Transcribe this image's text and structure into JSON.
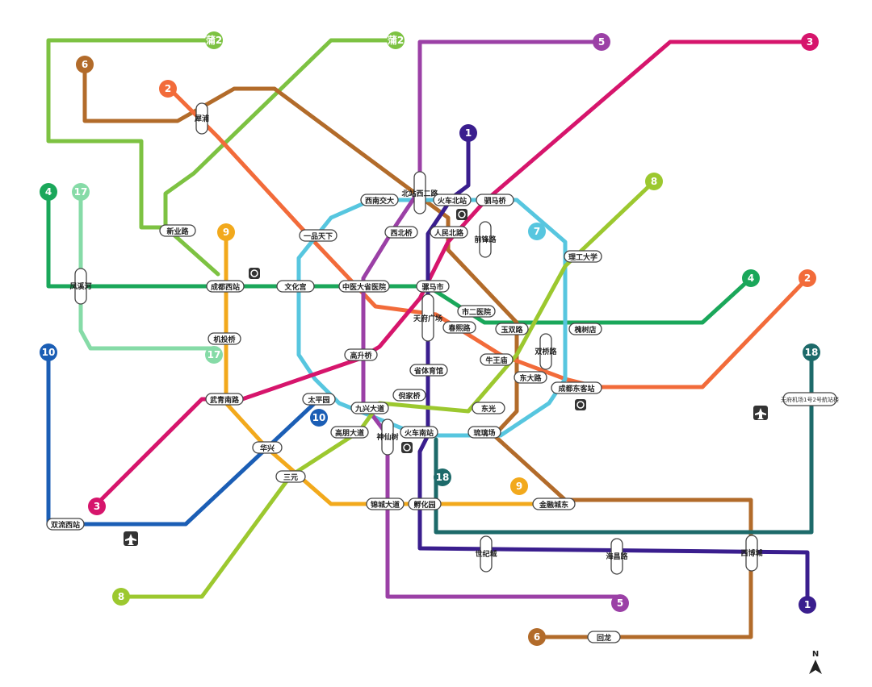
{
  "colors": {
    "line1": "#3a1e8e",
    "line2": "#f26b3a",
    "line3": "#d6156c",
    "line4": "#1aa75a",
    "line5": "#9b40a6",
    "line6": "#b26b2a",
    "line7": "#57c6df",
    "line8": "#9cc82f",
    "line9": "#f2a91c",
    "line10": "#1b5eb5",
    "line17": "#86dba7",
    "line18": "#1d6a6a",
    "linePu2": "#7dc242"
  },
  "line_badges": {
    "l1_top": "1",
    "l1_bottom": "1",
    "l2_top": "2",
    "l2_right": "2",
    "l3_top": "3",
    "l3_bottom": "3",
    "l4_left": "4",
    "l4_right": "4",
    "l5_top": "5",
    "l5_bottom": "5",
    "l6_top": "6",
    "l6_bottom": "6",
    "l7": "7",
    "l8_top": "8",
    "l8_bottom": "8",
    "l9_top": "9",
    "l9_bottom": "9",
    "l10_top": "10",
    "l10_mid": "10",
    "l17_top": "17",
    "l17_bottom": "17",
    "l18_top": "18",
    "l18_mid": "18",
    "pu2_left": "蒲2",
    "pu2_right": "蒲2"
  },
  "stations": {
    "xipu": "犀浦",
    "xinyelu": "新业路",
    "xinanjiaoda": "西南交大",
    "beizhan_xier": "北站西二路",
    "huochebeizhan": "火车北站",
    "simaqiao": "驷马桥",
    "xibeiqiao": "西北桥",
    "renminbeilu": "人民北路",
    "qianfenglu": "前锋路",
    "yipintianxia": "一品天下",
    "ligongdaxue": "理工大学",
    "fengxihe": "凤溪河",
    "chengduxizhan": "成都西站",
    "wenhuagong": "文化宫",
    "zhongyidayiyuan": "中医大省医院",
    "luomashi": "骡马市",
    "tianfuguangchang": "天府广场",
    "shierzhongyiyuan": "市二医院",
    "yushuangl": "玉双路",
    "chunxilu": "春熙路",
    "shuangqiaolu": "双桥路",
    "huaishudian": "槐树店",
    "jitouqiao": "机投桥",
    "gaoshengqiao": "高升桥",
    "niuwangmiao": "牛王庙",
    "shengtiyuguan": "省体育馆",
    "dongdalu": "东大路",
    "chengdudongkezhan": "成都东客站",
    "wuhoucijie": "武青南路",
    "taipingyuan": "太平园",
    "jiuxingdadao": "九兴大道",
    "nijiaqiao": "倪家桥",
    "dongguang": "东光",
    "gaopengdadao": "高朋大道",
    "shenxianshu": "神仙树",
    "huochenanzhan": "火车南站",
    "liulichang": "琉璃场",
    "huaxing": "华兴",
    "sanyuan": "三元",
    "jinchengdadao": "锦城大道",
    "fuhuayuan": "孵化园",
    "jinrongchengdong": "金融城东",
    "shuangliuxizhan": "双流西站",
    "shijicheng": "世纪城",
    "haichangnanlu": "海昌路",
    "xibocheng": "西博城",
    "huilong": "回龙",
    "tianfujichang": "天府机场1号2号航站楼"
  },
  "north_label": "N"
}
